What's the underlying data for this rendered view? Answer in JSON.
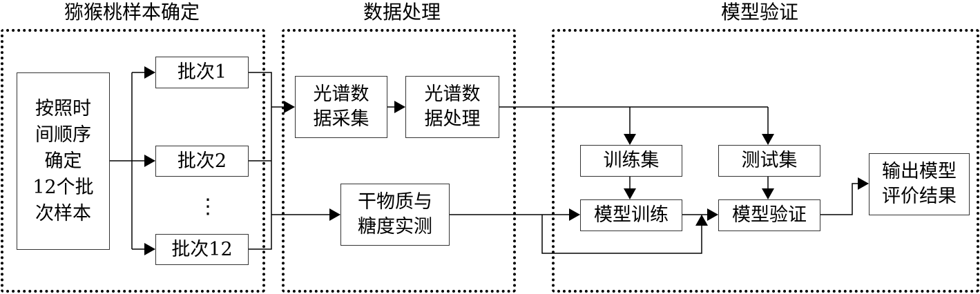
{
  "groups": [
    {
      "id": "sample",
      "title": "猕猴桃样本确定"
    },
    {
      "id": "processing",
      "title": "数据处理"
    },
    {
      "id": "validation",
      "title": "模型验证"
    }
  ],
  "nodes": {
    "order": {
      "lines": [
        "按照时",
        "间顺序",
        "确定",
        "12个批",
        "次样本"
      ]
    },
    "batch1": {
      "label": "批次1"
    },
    "batch2": {
      "label": "批次2"
    },
    "ellipsis": {
      "label": "⋮"
    },
    "batch12": {
      "label": "批次12"
    },
    "spec_collect": {
      "lines": [
        "光谱数",
        "据采集"
      ]
    },
    "spec_process": {
      "lines": [
        "光谱数",
        "据处理"
      ]
    },
    "measure": {
      "lines": [
        "干物质与",
        "糖度实测"
      ]
    },
    "train_set": {
      "label": "训练集"
    },
    "test_set": {
      "label": "测试集"
    },
    "model_train": {
      "label": "模型训练"
    },
    "model_validate": {
      "label": "模型验证"
    },
    "output": {
      "lines": [
        "输出模型",
        "评价结果"
      ]
    }
  },
  "edges": [
    {
      "from": "order",
      "to": "batch1"
    },
    {
      "from": "order",
      "to": "batch2"
    },
    {
      "from": "order",
      "to": "batch12"
    },
    {
      "from": "batches",
      "to": "spec_collect"
    },
    {
      "from": "batches",
      "to": "measure"
    },
    {
      "from": "spec_collect",
      "to": "spec_process"
    },
    {
      "from": "spec_process",
      "to": "train_set"
    },
    {
      "from": "spec_process",
      "to": "test_set"
    },
    {
      "from": "train_set",
      "to": "model_train"
    },
    {
      "from": "test_set",
      "to": "model_validate"
    },
    {
      "from": "measure",
      "to": "model_train"
    },
    {
      "from": "measure",
      "to": "model_validate"
    },
    {
      "from": "model_train",
      "to": "model_validate"
    },
    {
      "from": "model_validate",
      "to": "output"
    }
  ]
}
